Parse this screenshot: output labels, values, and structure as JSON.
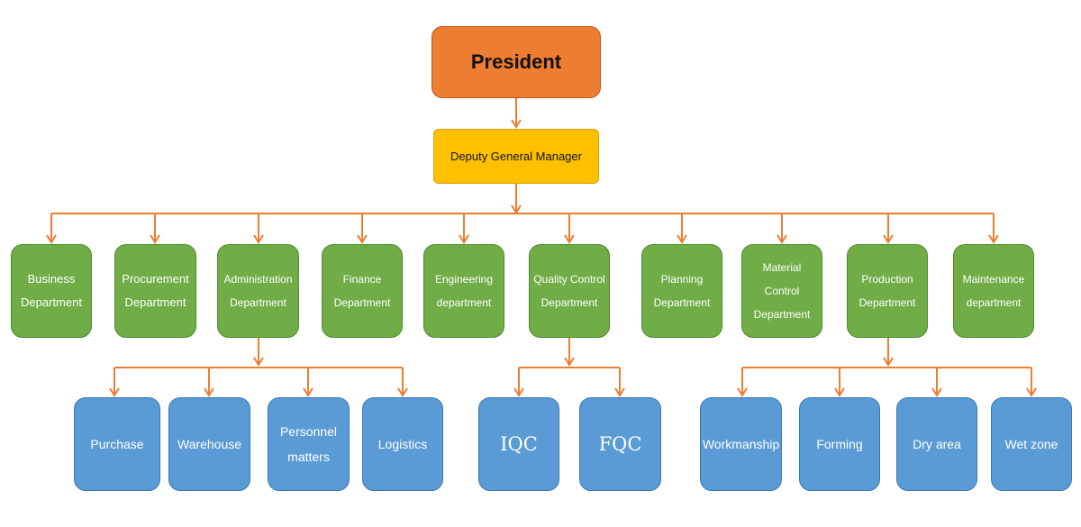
{
  "president": "President",
  "deputy": "Deputy General Manager",
  "departments": [
    {
      "label": "Business Department"
    },
    {
      "label": "Procurement Department"
    },
    {
      "label": "Administration Department"
    },
    {
      "label": "Finance Department"
    },
    {
      "label": "Engineering department"
    },
    {
      "label": "Quality Control Department"
    },
    {
      "label": "Planning Department"
    },
    {
      "label": "Material Control Department"
    },
    {
      "label": "Production Department"
    },
    {
      "label": "Maintenance department"
    }
  ],
  "administration_units": [
    {
      "label": "Purchase"
    },
    {
      "label": "Warehouse"
    },
    {
      "label": "Personnel matters"
    },
    {
      "label": "Logistics"
    }
  ],
  "quality_units": [
    {
      "label": "IQC"
    },
    {
      "label": "FQC"
    }
  ],
  "production_units": [
    {
      "label": "Workmanship"
    },
    {
      "label": "Forming"
    },
    {
      "label": "Dry area"
    },
    {
      "label": "Wet zone"
    }
  ],
  "colors": {
    "president": "#ED7D31",
    "deputy": "#FFC000",
    "department": "#70AD47",
    "unit": "#5B9BD5",
    "connector": "#ED7D31"
  }
}
